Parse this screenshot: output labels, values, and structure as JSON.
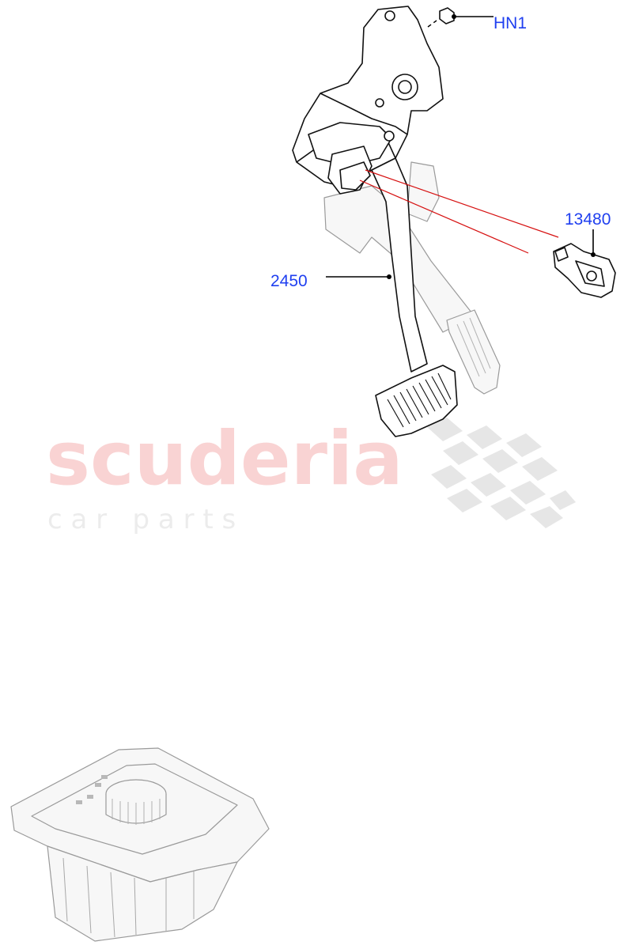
{
  "callouts": {
    "hn1": "HN1",
    "pedal": "2450",
    "switch": "13480"
  },
  "watermark": {
    "brand": "scuderia",
    "tagline": "c a r   p a r t s"
  },
  "colors": {
    "callout_text": "#1f3ff0",
    "leader_line": "#d61010",
    "watermark_brand": "#f9d3d3",
    "watermark_tagline": "#ececec"
  }
}
